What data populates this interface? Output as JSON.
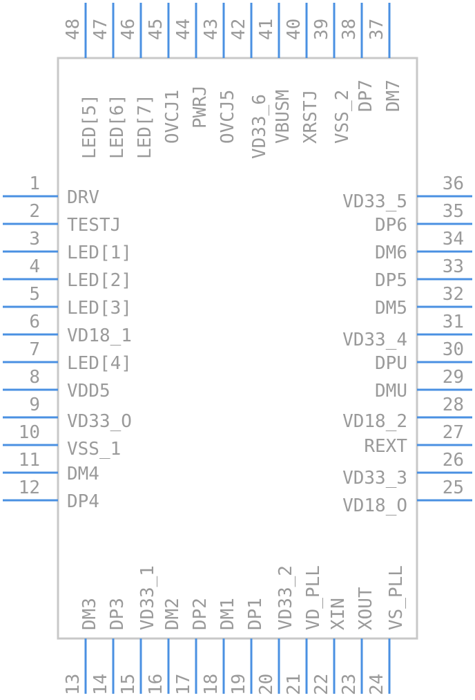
{
  "colors": {
    "pin": "#4a90e2",
    "text": "#9a9a9a",
    "body": "#c8c8c8"
  },
  "pins": {
    "left": [
      {
        "num": "1",
        "label": "DRV"
      },
      {
        "num": "2",
        "label": "TESTJ"
      },
      {
        "num": "3",
        "label": "LED[1]"
      },
      {
        "num": "4",
        "label": "LED[2]"
      },
      {
        "num": "5",
        "label": "LED[3]"
      },
      {
        "num": "6",
        "label": "VD18_1"
      },
      {
        "num": "7",
        "label": "LED[4]"
      },
      {
        "num": "8",
        "label": "VDD5"
      },
      {
        "num": "9",
        "label": "VD33_O"
      },
      {
        "num": "10",
        "label": "VSS_1"
      },
      {
        "num": "11",
        "label": "DM4"
      },
      {
        "num": "12",
        "label": "DP4"
      }
    ],
    "right": [
      {
        "num": "36",
        "label": "VD33_5"
      },
      {
        "num": "35",
        "label": "DP6"
      },
      {
        "num": "34",
        "label": "DM6"
      },
      {
        "num": "33",
        "label": "DP5"
      },
      {
        "num": "32",
        "label": "DM5"
      },
      {
        "num": "31",
        "label": "VD33_4"
      },
      {
        "num": "30",
        "label": "DPU"
      },
      {
        "num": "29",
        "label": "DMU"
      },
      {
        "num": "28",
        "label": "VD18_2"
      },
      {
        "num": "27",
        "label": "REXT"
      },
      {
        "num": "26",
        "label": "VD33_3"
      },
      {
        "num": "25",
        "label": "VD18_O"
      }
    ],
    "top": [
      {
        "num": "48",
        "label": "LED[5]"
      },
      {
        "num": "47",
        "label": "LED[6]"
      },
      {
        "num": "46",
        "label": "LED[7]"
      },
      {
        "num": "45",
        "label": "OVCJ1"
      },
      {
        "num": "44",
        "label": "PWRJ"
      },
      {
        "num": "43",
        "label": "OVCJ5"
      },
      {
        "num": "42",
        "label": "VD33_6"
      },
      {
        "num": "41",
        "label": "VBUSM"
      },
      {
        "num": "40",
        "label": "XRSTJ"
      },
      {
        "num": "39",
        "label": "VSS_2"
      },
      {
        "num": "38",
        "label": "DP7"
      },
      {
        "num": "37",
        "label": "DM7"
      }
    ],
    "bottom": [
      {
        "num": "13",
        "label": "DM3"
      },
      {
        "num": "14",
        "label": "DP3"
      },
      {
        "num": "15",
        "label": "VD33_1"
      },
      {
        "num": "16",
        "label": "DM2"
      },
      {
        "num": "17",
        "label": "DP2"
      },
      {
        "num": "18",
        "label": "DM1"
      },
      {
        "num": "19",
        "label": "DP1"
      },
      {
        "num": "20",
        "label": "VD33_2"
      },
      {
        "num": "21",
        "label": "VD_PLL"
      },
      {
        "num": "22",
        "label": "XIN"
      },
      {
        "num": "23",
        "label": "XOUT"
      },
      {
        "num": "24",
        "label": "VS_PLL"
      }
    ]
  }
}
